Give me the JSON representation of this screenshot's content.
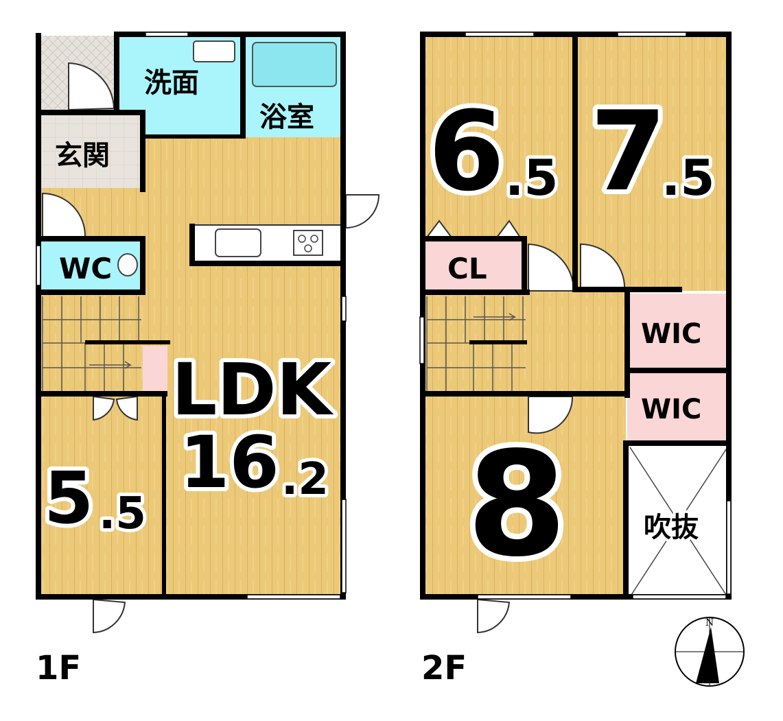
{
  "floors": {
    "first": {
      "label": "1F",
      "rooms": {
        "washroom": "洗面",
        "bathroom": "浴室",
        "entrance": "玄関",
        "toilet": "WC",
        "ldk_name": "LDK",
        "ldk_int": "16",
        "ldk_dec": ".2",
        "room_int": "5",
        "room_dec": ".5"
      }
    },
    "second": {
      "label": "2F",
      "rooms": {
        "room_a_int": "6",
        "room_a_dec": ".5",
        "room_b_int": "7",
        "room_b_dec": ".5",
        "closet": "CL",
        "wic_top": "WIC",
        "wic_bottom": "WIC",
        "room_c_int": "8",
        "void": "吹抜"
      }
    }
  },
  "compass": {
    "north": "N"
  },
  "colors": {
    "floor": "#ecc978",
    "floor_line": "#d3ac5d",
    "wet_area": "#aaf5fb",
    "storage": "#fbd6d6",
    "entrance": "#e6e1da",
    "wall": "#000000"
  }
}
